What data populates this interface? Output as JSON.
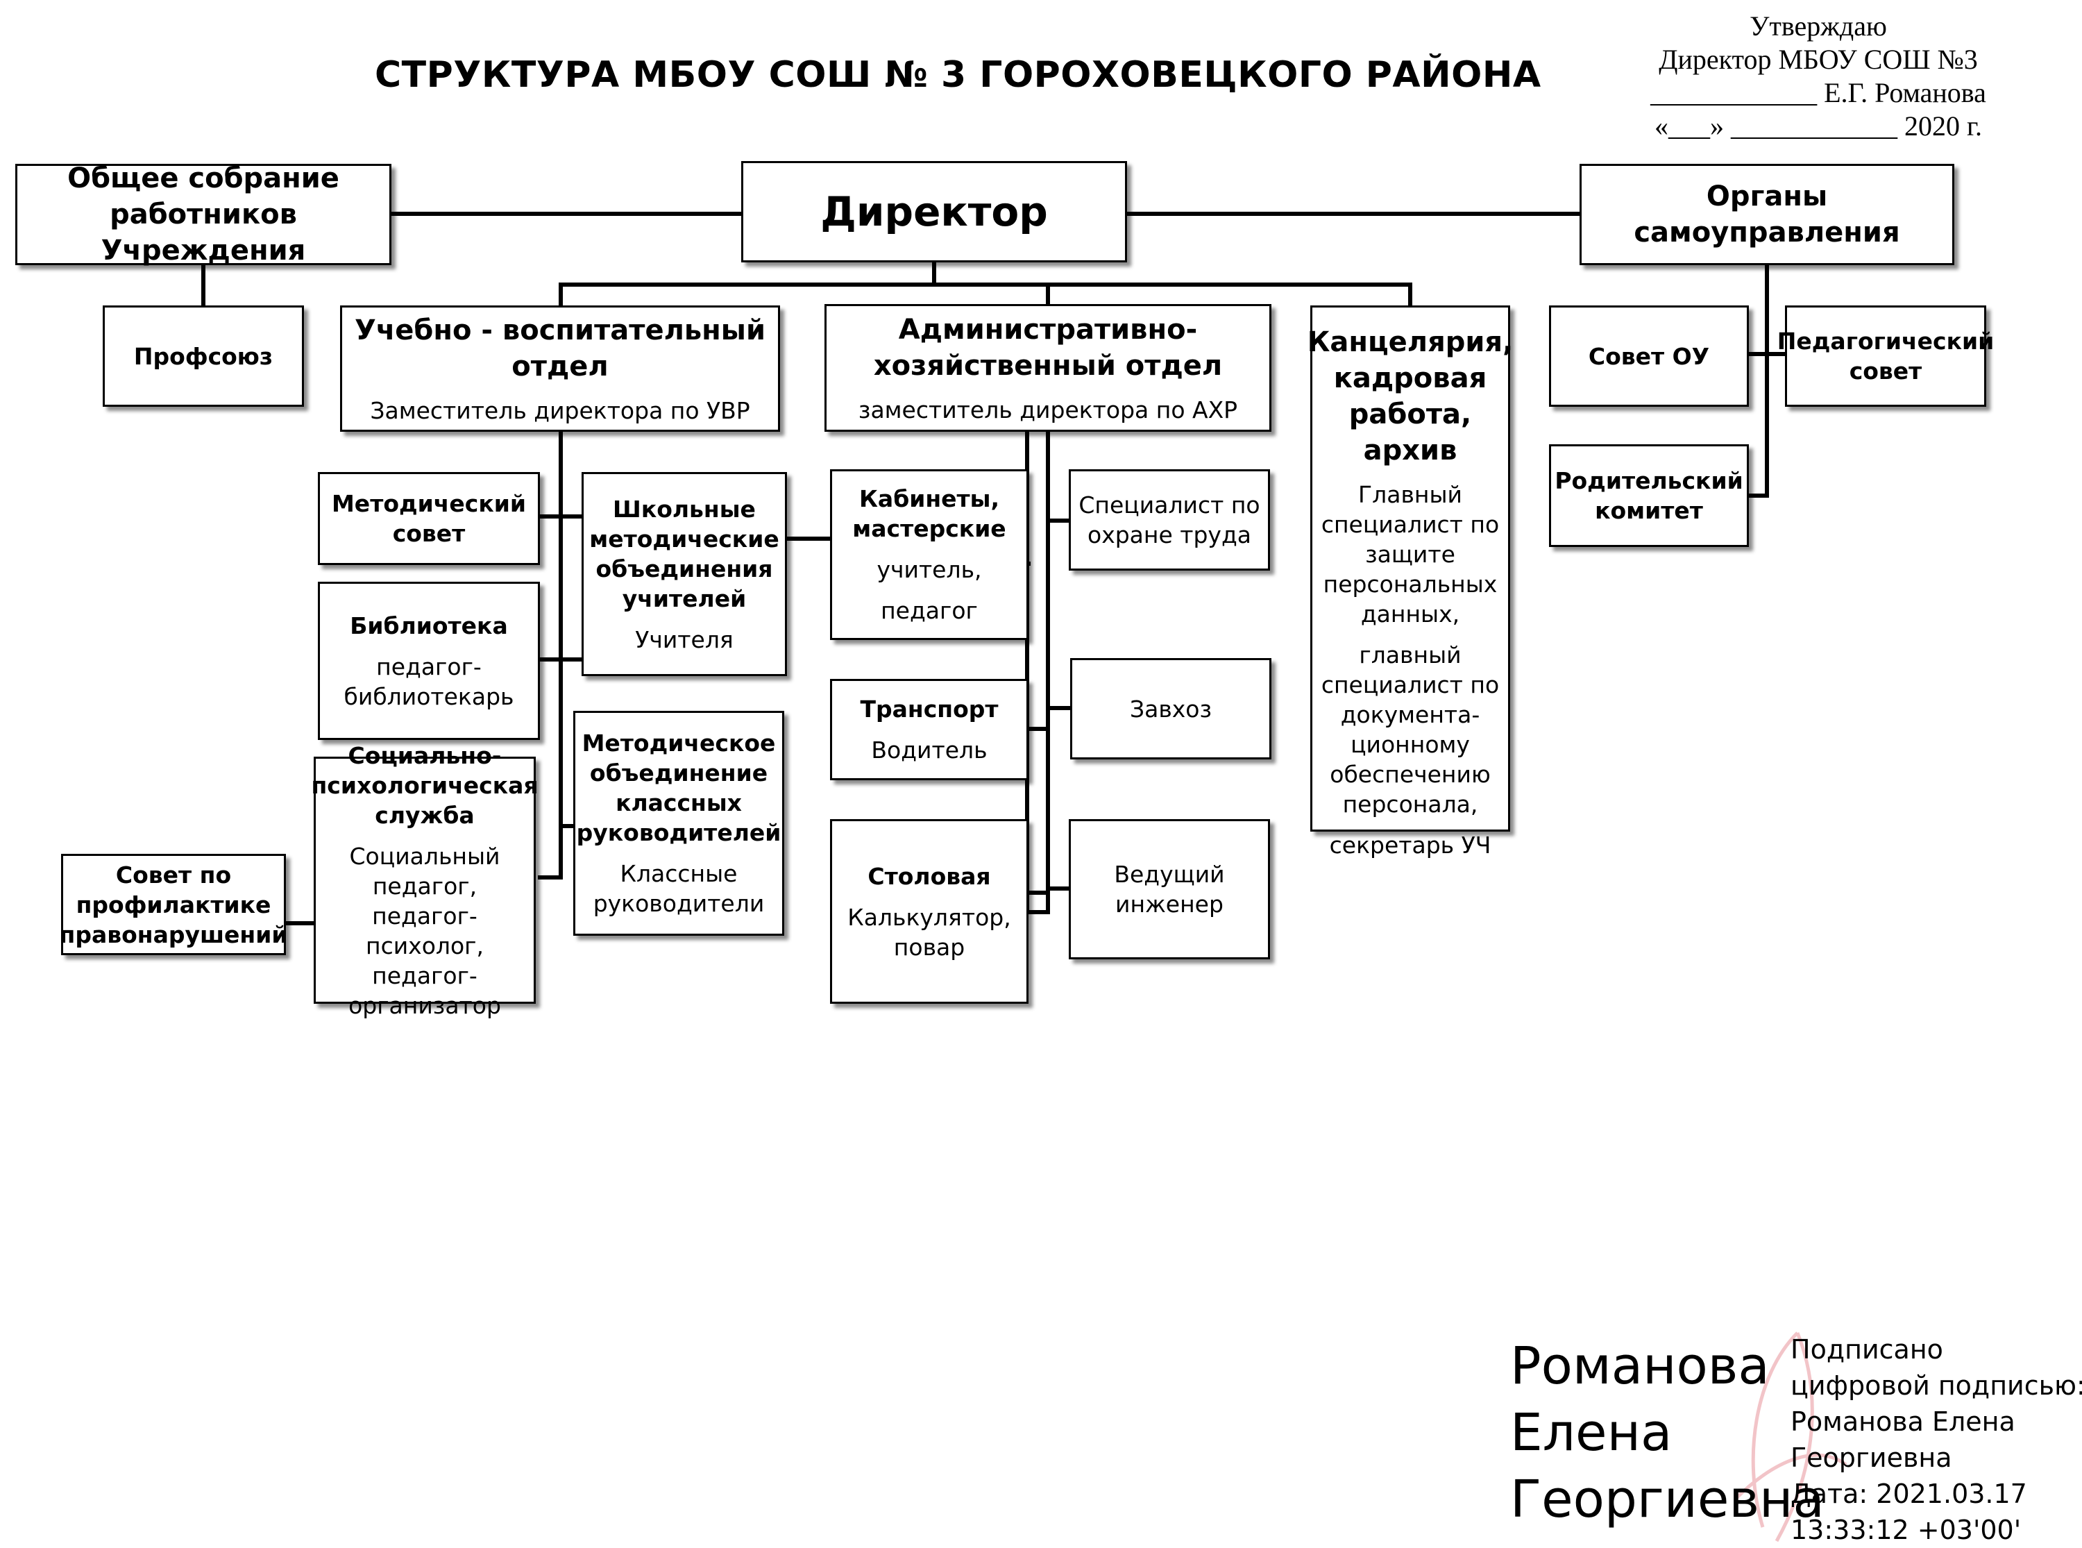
{
  "title": "СТРУКТУРА МБОУ СОШ № 3 ГОРОХОВЕЦКОГО РАЙОНА",
  "approval": {
    "line1": "Утверждаю",
    "line2": "Директор МБОУ СОШ №3",
    "line3": "____________ Е.Г. Романова",
    "line4": "«___» ____________ 2020 г."
  },
  "boxes": {
    "general_meeting": "Общее собрание работников Учреждения",
    "director": "Директор",
    "self_government": "Органы самоуправления",
    "trade_union": "Профсоюз",
    "uvr_title": "Учебно - воспитательный отдел",
    "uvr_sub": "Заместитель директора по УВР",
    "aho_title": "Административно-хозяйственный отдел",
    "aho_sub": "заместитель директора по АХР",
    "chancellery_title": "Канцелярия, кадровая работа, архив",
    "chancellery_sub1": "Главный специалист по защите персональных данных,",
    "chancellery_sub2": "главный специалист по документа-ционному обеспечению персонала,",
    "chancellery_sub3": "секретарь УЧ",
    "council_ou": "Совет ОУ",
    "ped_council": "Педагогический совет",
    "parent_committee": "Родительский комитет",
    "method_council": "Методический совет",
    "library_title": "Библиотека",
    "library_sub": "педагог-библиотекарь",
    "social_title": "Социально-психологическая служба",
    "social_sub": "Социальный педагог, педагог-психолог, педагог-организатор",
    "prevention": "Совет по профилактике правонарушений",
    "school_mo_title": "Школьные методические объединения учителей",
    "school_mo_sub": "Учителя",
    "class_mo_title": "Методическое объединение классных руководителей",
    "class_mo_sub": "Классные руководители",
    "cabinets_title": "Кабинеты, мастерские",
    "cabinets_sub1": "учитель,",
    "cabinets_sub2": "педагог",
    "transport_title": "Транспорт",
    "transport_sub": "Водитель",
    "canteen_title": "Столовая",
    "canteen_sub": "Калькулятор, повар",
    "labor_safety": "Специалист по охране труда",
    "zavhoz": "Завхоз",
    "lead_engineer": "Ведущий инженер"
  },
  "signature": {
    "name_line1": "Романова",
    "name_line2": "Елена",
    "name_line3": "Георгиевна",
    "text_line1": "Подписано",
    "text_line2": "цифровой подписью:",
    "text_line3": "Романова Елена",
    "text_line4": "Георгиевна",
    "text_line5": "Дата: 2021.03.17",
    "text_line6": "13:33:12 +03'00'"
  }
}
